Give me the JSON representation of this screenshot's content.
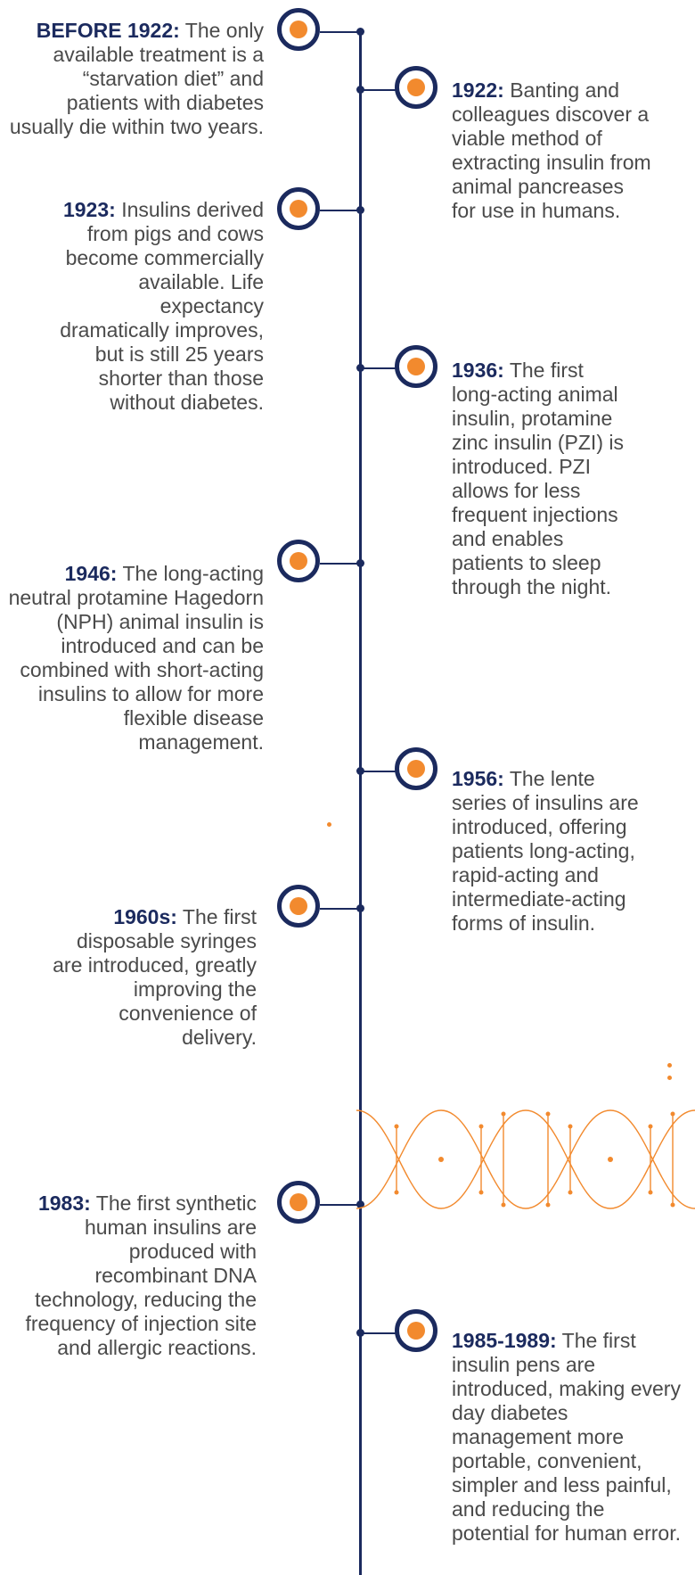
{
  "colors": {
    "navy": "#1b2a5e",
    "orange": "#f28a2e",
    "text": "#4a4a4a"
  },
  "icons": {
    "node": "circle-node-icon",
    "dna": "dna-helix-icon"
  },
  "events": [
    {
      "year": "BEFORE 1922:",
      "text": "The only available treatment is a “starvation diet” and patients with diabetes usually die within two years."
    },
    {
      "year": "1922:",
      "text": "Banting and colleagues discover a viable method of extracting insulin from animal pancreases for use in humans."
    },
    {
      "year": "1923:",
      "text": "Insulins derived from pigs and cows become commercially available. Life expectancy dramatically improves, but is still 25 years shorter than those without diabetes."
    },
    {
      "year": "1936:",
      "text": "The first long-acting animal insulin, protamine zinc insulin (PZI) is introduced. PZI allows for less frequent injections and enables patients to sleep through the night."
    },
    {
      "year": "1946:",
      "text": "The long-acting neutral protamine Hagedorn (NPH) animal insulin is introduced and can be combined with short-acting insulins to allow for more flexible disease management."
    },
    {
      "year": "1956:",
      "text": "The lente series of insulins are introduced, offering patients long-acting, rapid-acting and intermediate-acting forms of insulin."
    },
    {
      "year": "1960s:",
      "text": "The first disposable syringes are introduced, greatly improving the convenience of delivery."
    },
    {
      "year": "1983:",
      "text": "The first synthetic human insulins are produced with recombinant DNA technology, reducing the frequency of injection site and allergic reactions."
    },
    {
      "year": "1985-1989:",
      "text": "The first insulin pens are introduced, making every day diabetes management more portable, convenient, simpler and less painful, and reducing the potential for human error."
    }
  ]
}
